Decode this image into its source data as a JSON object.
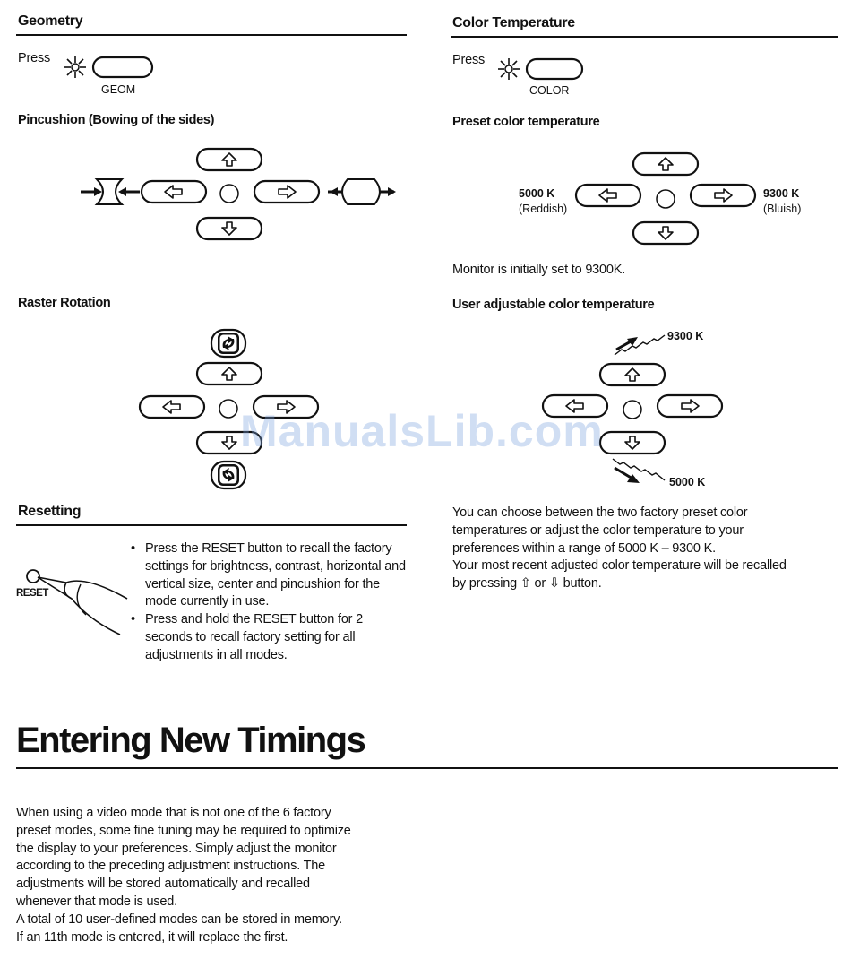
{
  "geometry": {
    "title": "Geometry",
    "press_label": "Press",
    "button_label": "GEOM",
    "pincushion_title": "Pincushion (Bowing of the sides)",
    "raster_title": "Raster Rotation"
  },
  "resetting": {
    "title": "Resetting",
    "button_label": "RESET",
    "bullets": [
      "Press the RESET button to recall the factory settings for brightness, contrast, horizontal and vertical size, center and pincushion for the mode currently in use.",
      "Press and hold the RESET button for 2 seconds to recall factory setting for all adjustments in all modes."
    ]
  },
  "color": {
    "title": "Color Temperature",
    "press_label": "Press",
    "button_label": "COLOR",
    "preset_title": "Preset color temperature",
    "left_temp": "5000 K",
    "left_desc": "(Reddish)",
    "right_temp": "9300 K",
    "right_desc": "(Bluish)",
    "initial_note": "Monitor is initially set to 9300K.",
    "user_title": "User adjustable color temperature",
    "user_high": "9300 K",
    "user_low": "5000 K",
    "paragraph": [
      "You can choose between the two factory preset color",
      "temperatures or adjust the color temperature to your",
      "preferences within a range of 5000 K – 9300 K.",
      "Your most recent adjusted color temperature will be recalled",
      "by pressing ⇧ or ⇩ button."
    ]
  },
  "timings": {
    "title": "Entering New Timings",
    "paragraph": [
      "When using a video mode that is not one of the 6 factory",
      "preset modes, some fine tuning may be required to optimize",
      "the display to your preferences. Simply adjust the monitor",
      "according to the preceding adjustment instructions. The",
      "adjustments will be stored automatically and recalled",
      "whenever that mode is used.",
      "A total of 10 user-defined modes can be stored in memory.",
      "If an 11th mode is entered, it will replace the first."
    ]
  },
  "watermark": "ManualsLib.com"
}
